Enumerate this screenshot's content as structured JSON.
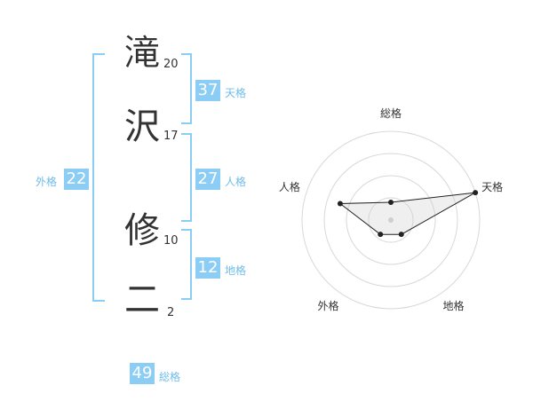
{
  "name": {
    "chars": [
      {
        "char": "滝",
        "strokes": "20"
      },
      {
        "char": "沢",
        "strokes": "17"
      },
      {
        "char": "修",
        "strokes": "10"
      },
      {
        "char": "二",
        "strokes": "2"
      }
    ]
  },
  "kakusu": {
    "tenkaku": {
      "value": "37",
      "label": "天格"
    },
    "jinkaku": {
      "value": "27",
      "label": "人格"
    },
    "chikaku": {
      "value": "12",
      "label": "地格"
    },
    "gaikaku": {
      "value": "22",
      "label": "外格"
    },
    "soukaku": {
      "value": "49",
      "label": "総格"
    }
  },
  "colors": {
    "accent": "#8ccdf5",
    "label": "#6fbde9",
    "text": "#333333"
  },
  "chart_data": {
    "type": "radar",
    "axes": [
      "総格",
      "天格",
      "地格",
      "外格",
      "人格"
    ],
    "values": [
      0.2,
      1.0,
      0.2,
      0.2,
      0.6
    ],
    "max": 1.0,
    "rings": 4
  }
}
